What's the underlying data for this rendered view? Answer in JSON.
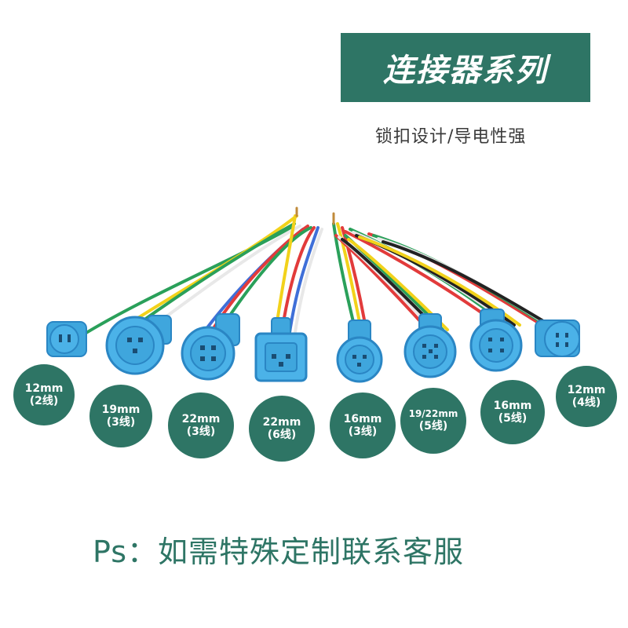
{
  "banner": {
    "title": "连接器系列"
  },
  "subtitle": "锁扣设计/导电性强",
  "footer": "Ps：如需特殊定制联系客服",
  "colors": {
    "accent": "#2e7565",
    "connector": "#3fa6dd",
    "connector_dark": "#2a86c4"
  },
  "badges": [
    {
      "size": "12mm",
      "wires": "(2线)"
    },
    {
      "size": "19mm",
      "wires": "(3线)"
    },
    {
      "size": "22mm",
      "wires": "(3线)"
    },
    {
      "size": "22mm",
      "wires": "(6线)"
    },
    {
      "size": "16mm",
      "wires": "(3线)"
    },
    {
      "size": "19/22mm",
      "wires": "(5线)"
    },
    {
      "size": "16mm",
      "wires": "(5线)"
    },
    {
      "size": "12mm",
      "wires": "(4线)"
    }
  ]
}
